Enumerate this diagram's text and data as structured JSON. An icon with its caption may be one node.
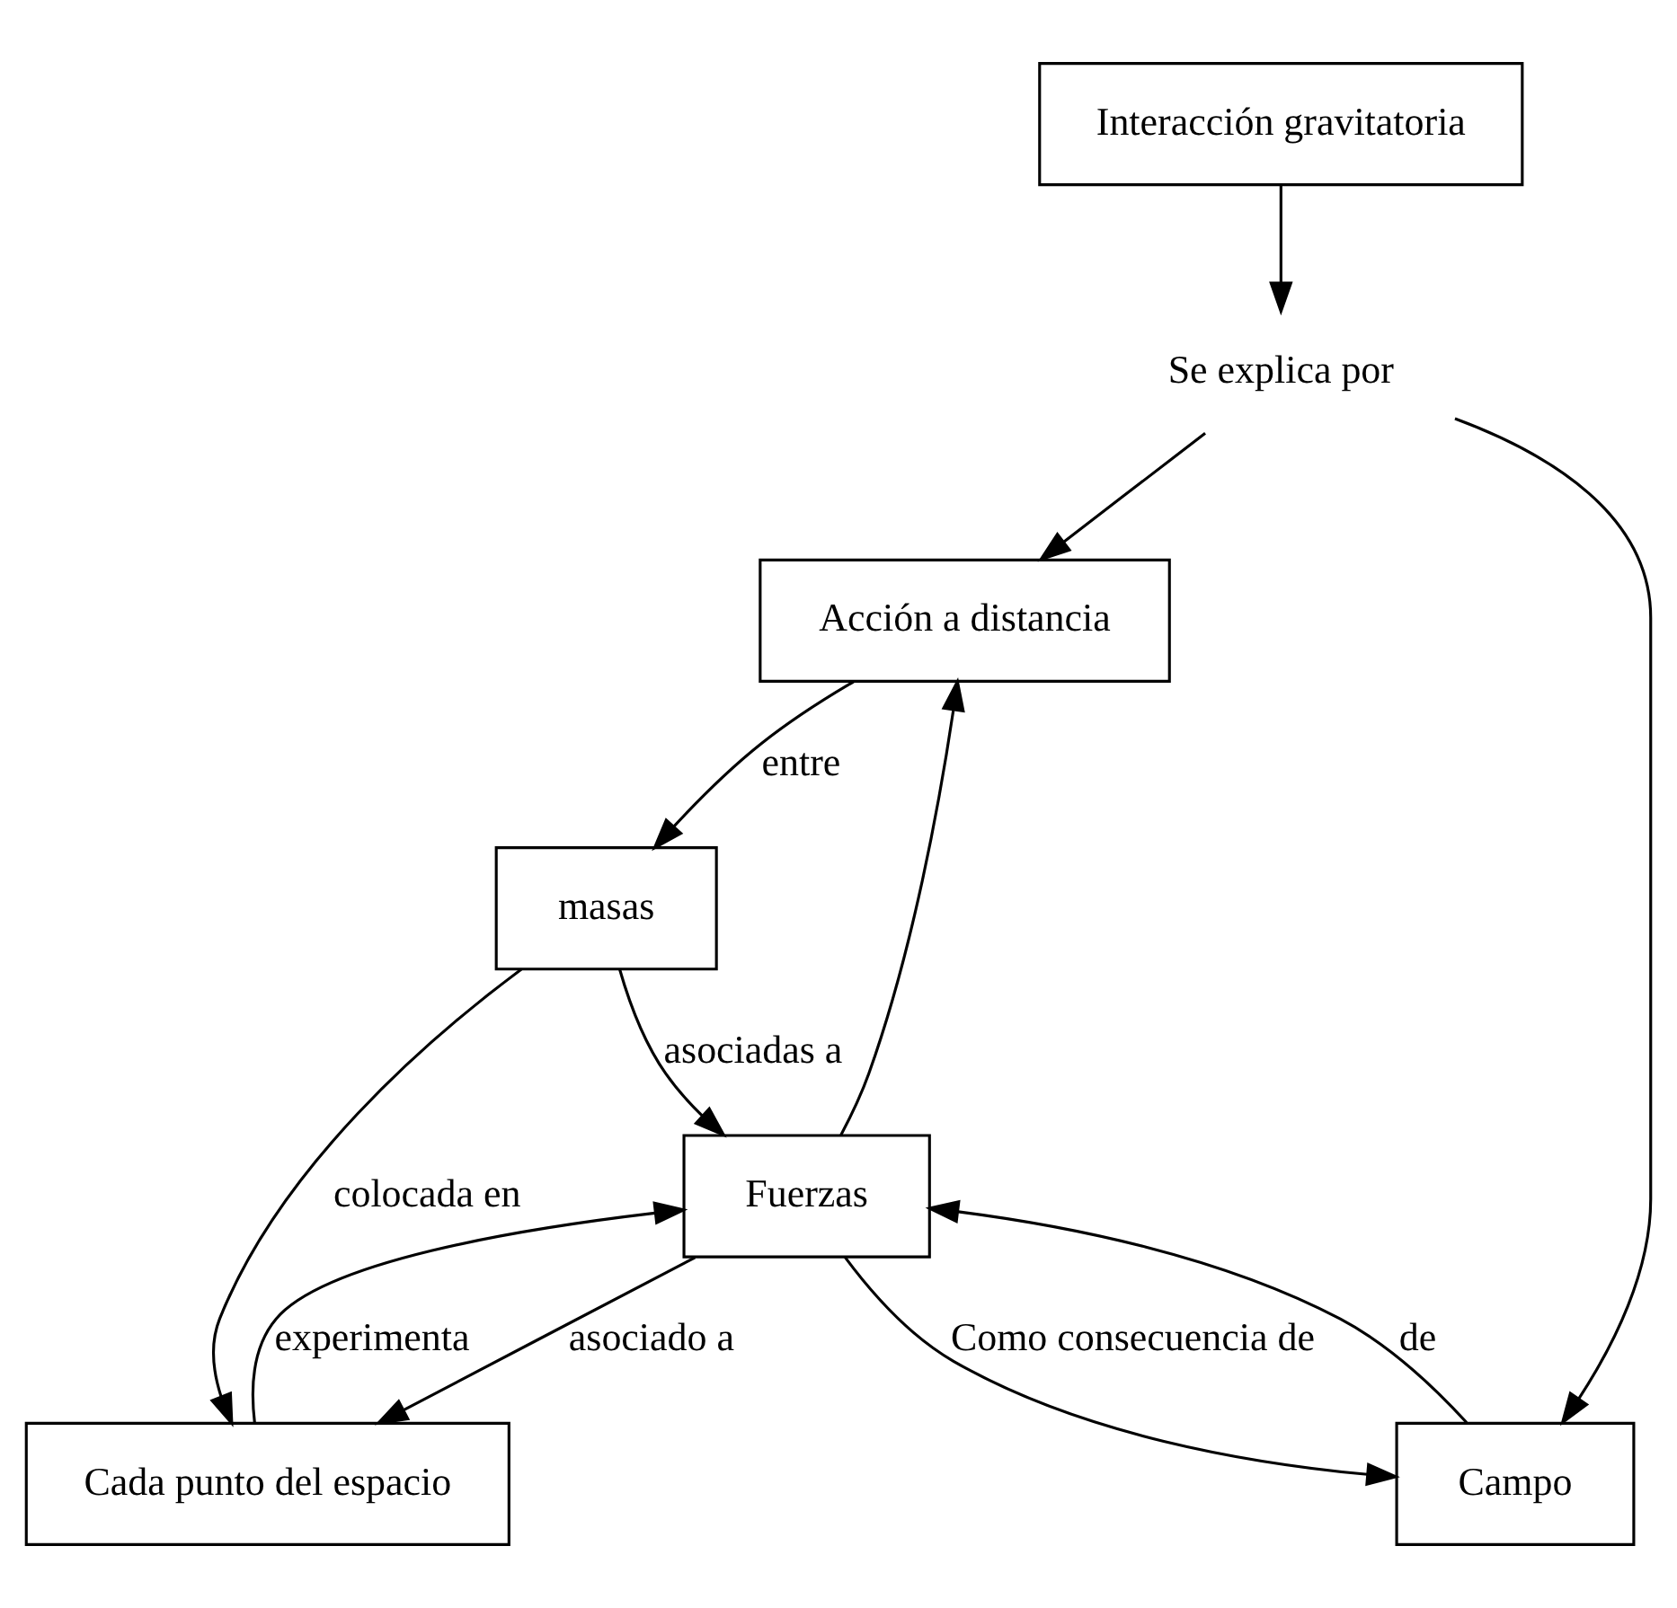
{
  "diagram": {
    "nodes": [
      {
        "text": [
          "Interacción gravitatoria"
        ]
      },
      {
        "text": [
          "Acción a distancia"
        ]
      },
      {
        "text": [
          "Campo"
        ]
      },
      {
        "text": [
          "Fuerzas"
        ]
      },
      {
        "text": [
          "masas"
        ]
      },
      {
        "text": [
          "Cada punto del espacio"
        ]
      },
      {
        "text": [
          "Se explica por"
        ]
      }
    ],
    "edges": [
      {
        "from": 0,
        "to": 6,
        "arrow": "to"
      },
      {
        "from": 6,
        "to": 1,
        "arrow": "to"
      },
      {
        "from": 6,
        "to": 2,
        "arrow": "to"
      },
      {
        "from": 3,
        "to": 1,
        "arrow": "to"
      },
      {
        "from": 3,
        "to": 2,
        "arrow": "to",
        "label": "Como consecuencia de"
      },
      {
        "from": 2,
        "to": 3,
        "arrow": "to",
        "label": "de"
      },
      {
        "from": 1,
        "to": 4,
        "arrow": "to",
        "label": "entre"
      },
      {
        "from": 4,
        "to": 3,
        "arrow": "to",
        "label": "asociadas a"
      },
      {
        "from": 3,
        "to": 5,
        "arrow": "to",
        "label": "asociado a"
      },
      {
        "from": 5,
        "to": 3,
        "arrow": "to",
        "label": "experimenta"
      },
      {
        "from": 4,
        "to": 5,
        "arrow": "to",
        "label": "colocada en"
      }
    ]
  }
}
